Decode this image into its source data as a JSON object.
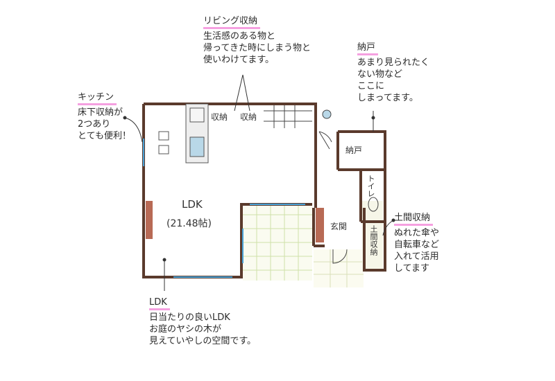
{
  "notes": {
    "living_storage": {
      "title": "リビング収納",
      "lines": [
        "生活感のある物と",
        "帰ってきた時にしまう物と",
        "使いわけてます。"
      ]
    },
    "nando": {
      "title": "納戸",
      "lines": [
        "あまり見られたく",
        "ない物など",
        "ここに",
        "しまってます。"
      ]
    },
    "kitchen": {
      "title": "キッチン",
      "lines": [
        "床下収納が",
        "2つあり",
        "とても便利！"
      ]
    },
    "ldk": {
      "title": "LDK",
      "lines": [
        "日当たりの良いLDK",
        "お庭のヤシの木が",
        "見えていやしの空間です。"
      ]
    },
    "doma_storage": {
      "title": "土間収納",
      "lines": [
        "ぬれた傘や",
        "自転車など",
        "入れて活用",
        "してます"
      ]
    }
  },
  "plan": {
    "storage1": "収納",
    "storage2": "収納",
    "nando": "納戸",
    "toilet": "トイレ",
    "entrance": "玄関",
    "doma_storage": "土間収納",
    "ldk": "LDK",
    "ldk_size": "(21.48帖)"
  },
  "colors": {
    "wall": "#5a3a2c",
    "highlight": "#f5a0e0",
    "window": "#4aa3d8",
    "floor_grid": "#cfe0a8",
    "wood": "#b86a55"
  }
}
